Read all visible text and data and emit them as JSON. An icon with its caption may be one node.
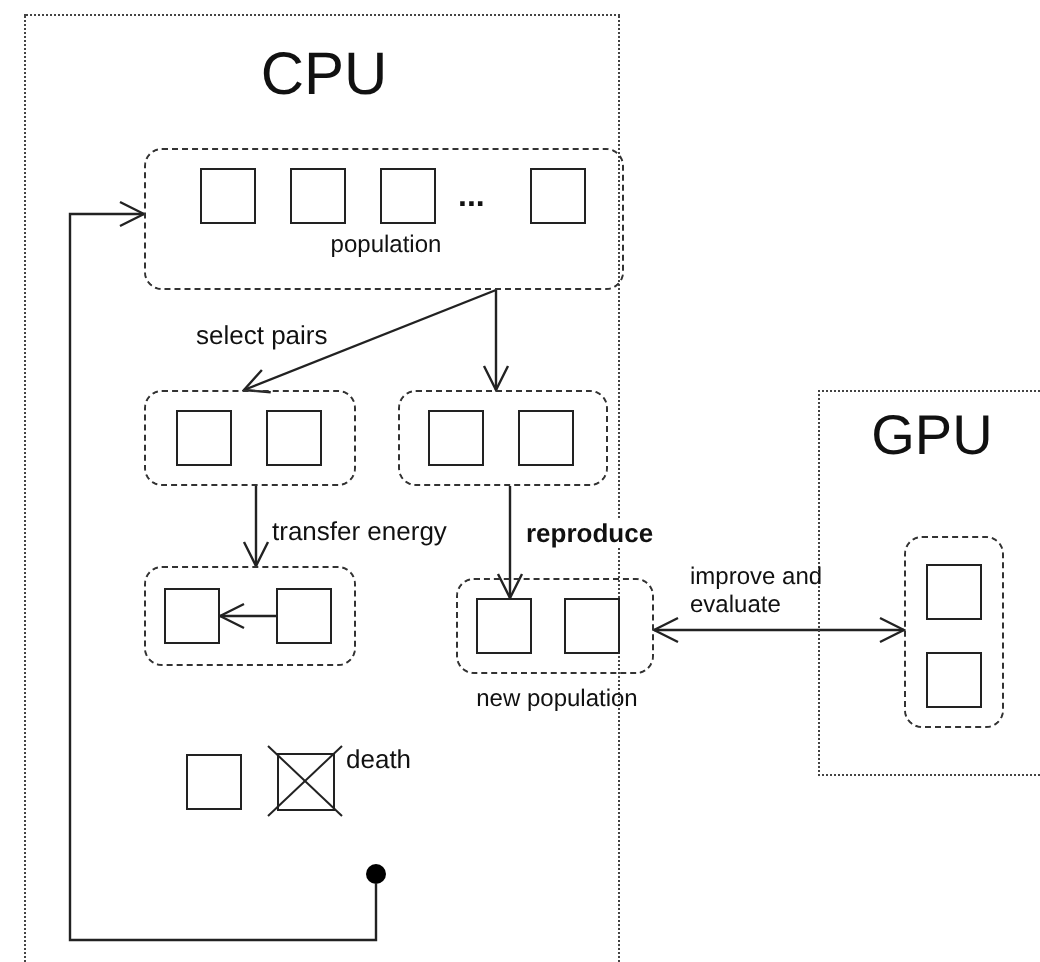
{
  "diagram": {
    "nodes": [
      {
        "text": [
          "CPU"
        ]
      },
      {
        "text": [
          "population"
        ],
        "in": 0
      },
      {
        "text": [],
        "shape": "box",
        "in": 1
      },
      {
        "text": [],
        "shape": "box",
        "in": 1
      },
      {
        "text": [],
        "shape": "box",
        "in": 1
      },
      {
        "text": [],
        "shape": "box",
        "in": 1
      },
      {
        "text": [],
        "shape": "box",
        "in": 0
      },
      {
        "text": [],
        "shape": "box",
        "in": 6
      },
      {
        "text": [],
        "shape": "box",
        "in": 6
      },
      {
        "text": [],
        "shape": "box",
        "in": 0
      },
      {
        "text": [],
        "shape": "box",
        "in": 9
      },
      {
        "text": [],
        "shape": "box",
        "in": 9
      },
      {
        "text": [],
        "shape": "box",
        "in": 0
      },
      {
        "text": [],
        "shape": "box",
        "in": 12
      },
      {
        "text": [],
        "shape": "box",
        "in": 12
      },
      {
        "text": [
          "new population"
        ],
        "in": 0
      },
      {
        "text": [],
        "shape": "box",
        "in": 15
      },
      {
        "text": [],
        "shape": "box",
        "in": 15
      },
      {
        "text": [
          "GPU"
        ]
      },
      {
        "text": [],
        "shape": "box",
        "in": 18
      },
      {
        "text": [],
        "shape": "box",
        "in": 19
      },
      {
        "text": [],
        "shape": "box",
        "in": 19
      },
      {
        "text": [],
        "shape": "box",
        "in": 0
      },
      {
        "text": [],
        "shape": "box",
        "in": 0,
        "beside": [
          "death"
        ]
      },
      {
        "text": [],
        "shape": "circle",
        "in": 0
      }
    ],
    "edges": [
      {
        "from": 24,
        "to": 1,
        "arrow": "to"
      },
      {
        "from": 1,
        "to": 6,
        "arrow": "to",
        "label": "select pairs"
      },
      {
        "from": 1,
        "to": 9,
        "arrow": "to"
      },
      {
        "from": 6,
        "to": 12,
        "arrow": "to",
        "label": "transfer energy"
      },
      {
        "from": 14,
        "to": 13,
        "arrow": "to"
      },
      {
        "from": 9,
        "to": 16,
        "arrow": "to",
        "label": "reproduce"
      },
      {
        "from": 15,
        "to": 19,
        "arrow": "both",
        "label": "improve and evaluate"
      }
    ],
    "labels": [
      "..."
    ]
  }
}
